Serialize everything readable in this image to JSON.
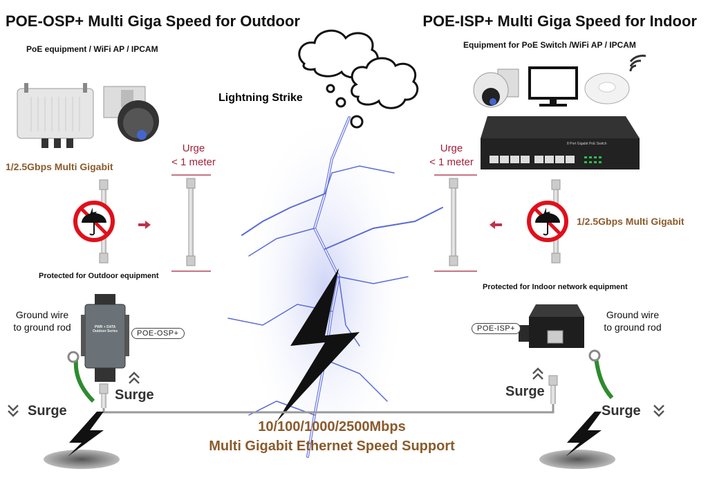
{
  "left": {
    "title": "POE-OSP+ Multi Giga Speed for Outdoor",
    "equipment": "PoE equipment / WiFi AP / IPCAM",
    "speed": "1/2.5Gbps Multi Gigabit",
    "protected": "Protected for Outdoor equipment",
    "ground_line1": "Ground wire",
    "ground_line2": "to ground rod",
    "device_label": "POE-OSP+",
    "surge_outer": "Surge",
    "surge_inner": "Surge",
    "urge_line1": "Urge",
    "urge_line2": "< 1 meter"
  },
  "right": {
    "title": "POE-ISP+  Multi Giga Speed for Indoor",
    "equipment": "Equipment for PoE Switch /WiFi AP / IPCAM",
    "speed": "1/2.5Gbps Multi Gigabit",
    "protected": "Protected for Indoor network equipment",
    "ground_line1": "Ground wire",
    "ground_line2": "to ground rod",
    "device_label": "POE-ISP+",
    "surge_outer": "Surge",
    "surge_inner": "Surge",
    "urge_line1": "Urge",
    "urge_line2": "< 1 meter",
    "switch_caption": "8 Port Gigabit PoE Switch"
  },
  "center": {
    "lightning": "Lightning Strike",
    "speed_line1": "10/100/1000/2500Mbps",
    "speed_line2": "Multi Gigabit Ethernet Speed Support"
  },
  "device_text": {
    "osp_line1": "PWR + DATA",
    "osp_line2": "Outdoor Series"
  },
  "colors": {
    "brown": "#8b5a2b",
    "urge_red": "#a3213a",
    "prohibit_red": "#e0101a",
    "ground_green": "#2e8b2e",
    "lightning_blue": "#5a6bd6"
  },
  "icons": [
    "prohibit-umbrella-icon",
    "lightning-bolt-icon",
    "cloud-icon",
    "wifi-icon",
    "double-chevron-icon",
    "arrow-icon"
  ]
}
